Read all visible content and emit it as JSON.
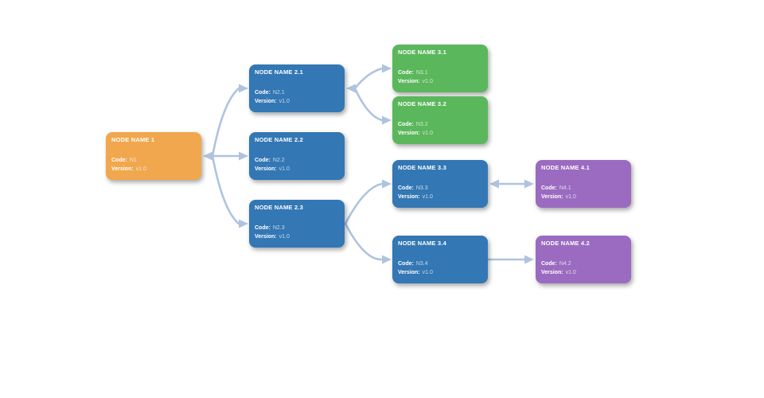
{
  "diagram": {
    "palette": {
      "link": "#AFC3DF",
      "root_color": "#F0A74D",
      "blue_color": "#3377B4",
      "green_color": "#5BB75C",
      "purple_color": "#9A6BC0"
    },
    "labels": {
      "code": "Code:",
      "version": "Version:"
    },
    "nodes": [
      {
        "id": "N1",
        "title": "NODE NAME 1",
        "code": "N1",
        "version": "v1.0",
        "color": "#F0A74D"
      },
      {
        "id": "N2.1",
        "title": "NODE NAME 2.1",
        "code": "N2.1",
        "version": "v1.0",
        "color": "#3377B4"
      },
      {
        "id": "N2.2",
        "title": "NODE NAME 2.2",
        "code": "N2.2",
        "version": "v1.0",
        "color": "#3377B4"
      },
      {
        "id": "N2.3",
        "title": "NODE NAME 2.3",
        "code": "N2.3",
        "version": "v1.0",
        "color": "#3377B4"
      },
      {
        "id": "N3.1",
        "title": "NODE NAME 3.1",
        "code": "N3.1",
        "version": "v1.0",
        "color": "#5BB75C"
      },
      {
        "id": "N3.2",
        "title": "NODE NAME 3.2",
        "code": "N3.2",
        "version": "v1.0",
        "color": "#5BB75C"
      },
      {
        "id": "N3.3",
        "title": "NODE NAME 3.3",
        "code": "N3.3",
        "version": "v1.0",
        "color": "#3377B4"
      },
      {
        "id": "N3.4",
        "title": "NODE NAME 3.4",
        "code": "N3.4",
        "version": "v1.0",
        "color": "#3377B4"
      },
      {
        "id": "N4.1",
        "title": "NODE NAME 4.1",
        "code": "N4.1",
        "version": "v1.0",
        "color": "#9A6BC0"
      },
      {
        "id": "N4.2",
        "title": "NODE NAME 4.2",
        "code": "N4.2",
        "version": "v1.0",
        "color": "#9A6BC0"
      }
    ],
    "links": [
      {
        "source": "N1",
        "targets": [
          "N2.1",
          "N2.2",
          "N2.3"
        ],
        "back_arrow": true
      },
      {
        "source": "N2.1",
        "targets": [
          "N3.1",
          "N3.2"
        ],
        "back_arrow": true
      },
      {
        "source": "N2.3",
        "targets": [
          "N3.3",
          "N3.4"
        ],
        "back_arrow": false
      },
      {
        "source": "N3.3",
        "targets": [
          "N4.1"
        ],
        "back_arrow": true
      },
      {
        "source": "N3.4",
        "targets": [
          "N4.2"
        ],
        "back_arrow": false
      }
    ]
  }
}
